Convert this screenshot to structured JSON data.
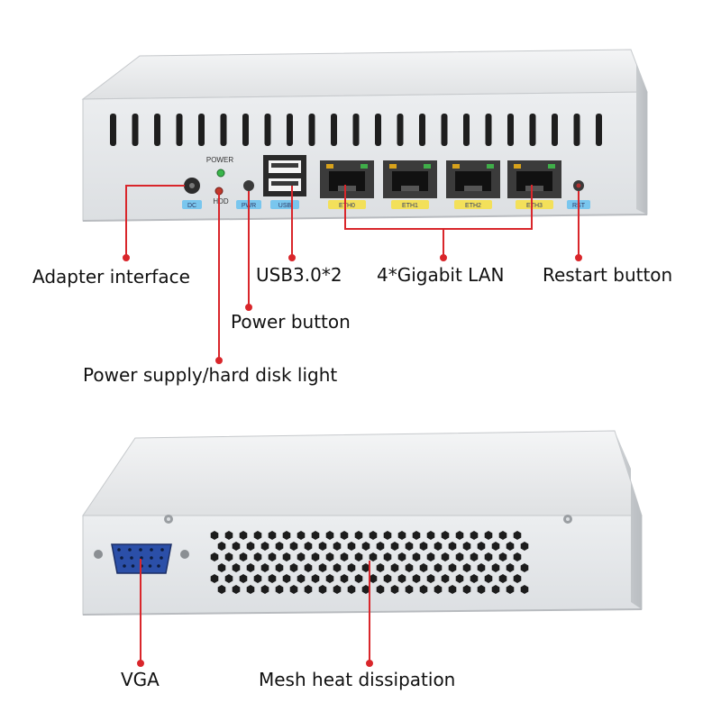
{
  "top_unit": {
    "panel_labels": {
      "power": "POWER",
      "hdd": "HDD",
      "dc": "DC",
      "pwr": "PWR",
      "usb": "USB",
      "eth0": "ETH0",
      "eth1": "ETH1",
      "eth2": "ETH2",
      "eth3": "ETH3",
      "rst": "RST"
    },
    "callouts": {
      "adapter": "Adapter interface",
      "usb": "USB3.0*2",
      "lan": "4*Gigabit LAN",
      "restart": "Restart button",
      "power_button": "Power button",
      "light": "Power supply/hard disk light"
    }
  },
  "bottom_unit": {
    "callouts": {
      "vga": "VGA",
      "mesh": "Mesh heat dissipation"
    }
  },
  "colors": {
    "leader_line": "#d9262b",
    "chassis": "#e9ebed",
    "label_blue": "#79c6ee",
    "label_yellow": "#f3e05a"
  }
}
